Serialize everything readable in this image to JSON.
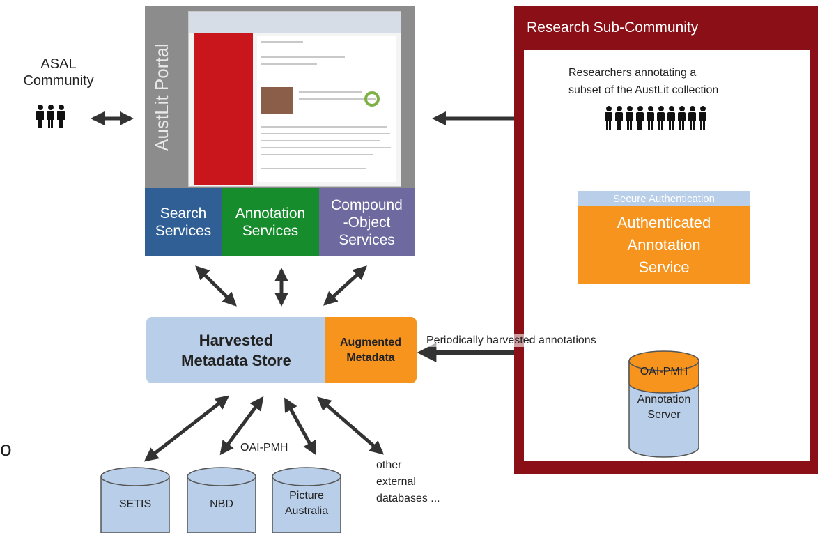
{
  "portal": {
    "title": "AustLit Portal",
    "services": {
      "search": [
        "Search",
        "Services"
      ],
      "annotation": [
        "Annotation",
        "Services"
      ],
      "compound": [
        "Compound",
        "-Object",
        "Services"
      ]
    }
  },
  "asal": {
    "lines": [
      "ASAL",
      "Community"
    ]
  },
  "research": {
    "title": "Research Sub-Community",
    "researchers_lines": [
      "Researchers annotating a",
      "subset of the AustLit collection"
    ],
    "secure_auth": "Secure Authentication",
    "auth_service_lines": [
      "Authenticated",
      "Annotation",
      "Service"
    ],
    "server": {
      "protocol": "OAI-PMH",
      "lines": [
        "Annotation",
        "Server"
      ]
    }
  },
  "store": {
    "lines": [
      "Harvested",
      "Metadata Store"
    ],
    "augmented_lines": [
      "Augmented",
      "Metadata"
    ]
  },
  "harvest_label": "Periodically harvested annotations",
  "oai_label": "OAI-PMH",
  "databases": {
    "setis": "SETIS",
    "nbd": "NBD",
    "picture": [
      "Picture",
      "Australia"
    ],
    "other_lines": [
      "other",
      "external",
      "databases ..."
    ]
  },
  "stray_char": "o",
  "colors": {
    "portal_gray": "#8c8c8c",
    "search_blue": "#2f5f95",
    "annotation_green": "#178c2c",
    "compound_purple": "#6e6aa0",
    "research_red": "#8b0f16",
    "accent_orange": "#f7941d",
    "light_blue": "#b9cee8"
  }
}
